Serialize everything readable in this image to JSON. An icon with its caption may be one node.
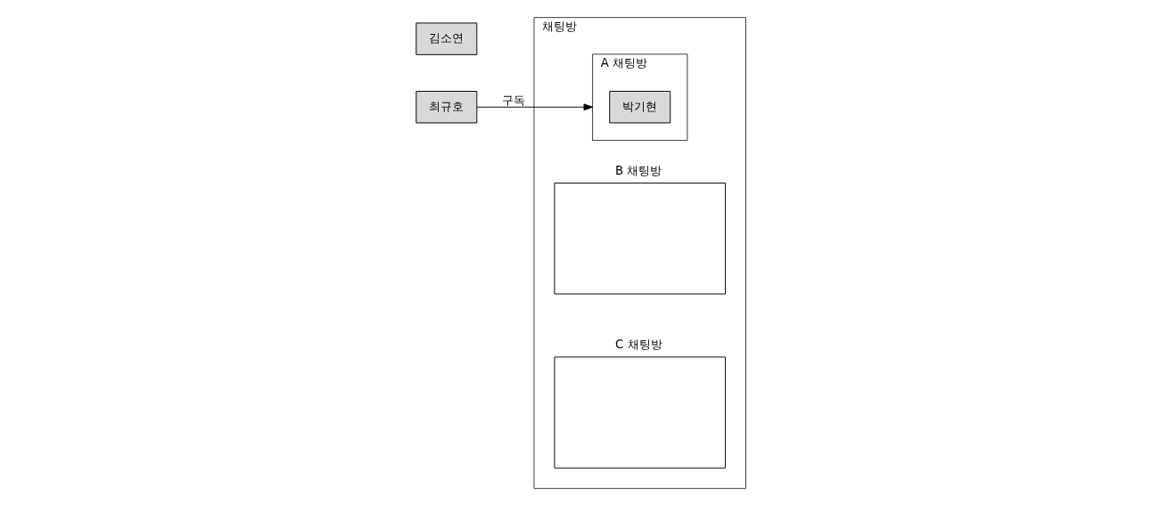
{
  "diagram": {
    "nodes": [
      {
        "text": [
          "채팅방"
        ]
      },
      {
        "text": [
          "A 채팅방"
        ],
        "in": 0
      },
      {
        "text": [
          "박기현"
        ],
        "in": 1
      },
      {
        "text": [
          "B 채팅방"
        ],
        "in": 0
      },
      {
        "text": [
          "C 채팅방"
        ],
        "in": 0
      },
      {
        "text": [
          "최규호"
        ]
      },
      {
        "text": [
          "김소연"
        ]
      }
    ],
    "edges": [
      {
        "from": 5,
        "to": 1,
        "arrow": "to",
        "label": "구독"
      }
    ]
  }
}
